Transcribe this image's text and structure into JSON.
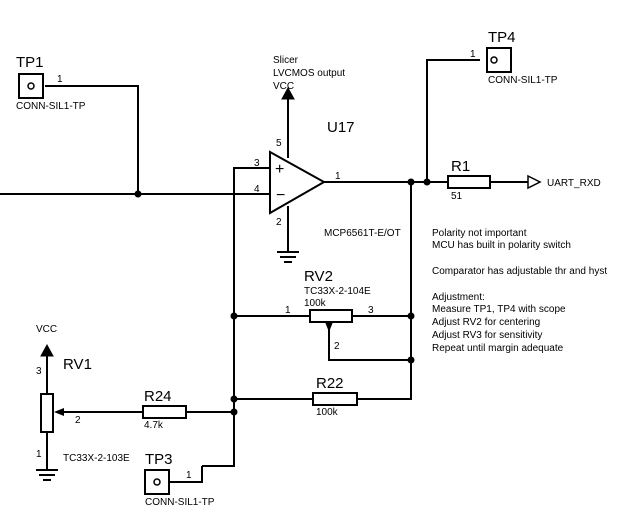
{
  "tp1": {
    "ref": "TP1",
    "value": "CONN-SIL1-TP",
    "pin": "1"
  },
  "tp4": {
    "ref": "TP4",
    "value": "CONN-SIL1-TP",
    "pin": "1"
  },
  "tp3": {
    "ref": "TP3",
    "value": "CONN-SIL1-TP",
    "pin": "1"
  },
  "u17": {
    "ref": "U17",
    "value": "MCP6561T-E/OT",
    "pin_in_plus": "3",
    "pin_in_minus": "4",
    "pin_out": "1",
    "pin_vcc": "5",
    "pin_gnd": "2",
    "plus_sign": "+",
    "minus_sign": "−"
  },
  "supply_label": {
    "line1": "Slicer",
    "line2": "LVCMOS output",
    "line3": "VCC"
  },
  "r1": {
    "ref": "R1",
    "value": "51"
  },
  "net_uart": "UART_RXD",
  "rv2": {
    "ref": "RV2",
    "value1": "TC33X-2-104E",
    "value2": "100k",
    "pin1": "1",
    "pin2": "2",
    "pin3": "3"
  },
  "r22": {
    "ref": "R22",
    "value": "100k"
  },
  "r24": {
    "ref": "R24",
    "value": "4.7k"
  },
  "rv1": {
    "ref": "RV1",
    "value": "TC33X-2-103E",
    "pin1": "1",
    "pin2": "2",
    "pin3": "3",
    "vcc": "VCC"
  },
  "notes": [
    "Polarity not important",
    "MCU has built in polarity switch",
    "",
    "Comparator has adjustable thr and hyst",
    "",
    "Adjustment:",
    "Measure TP1, TP4 with scope",
    "Adjust RV2 for centering",
    "Adjust RV3 for sensitivity",
    "Repeat until margin adequate"
  ]
}
